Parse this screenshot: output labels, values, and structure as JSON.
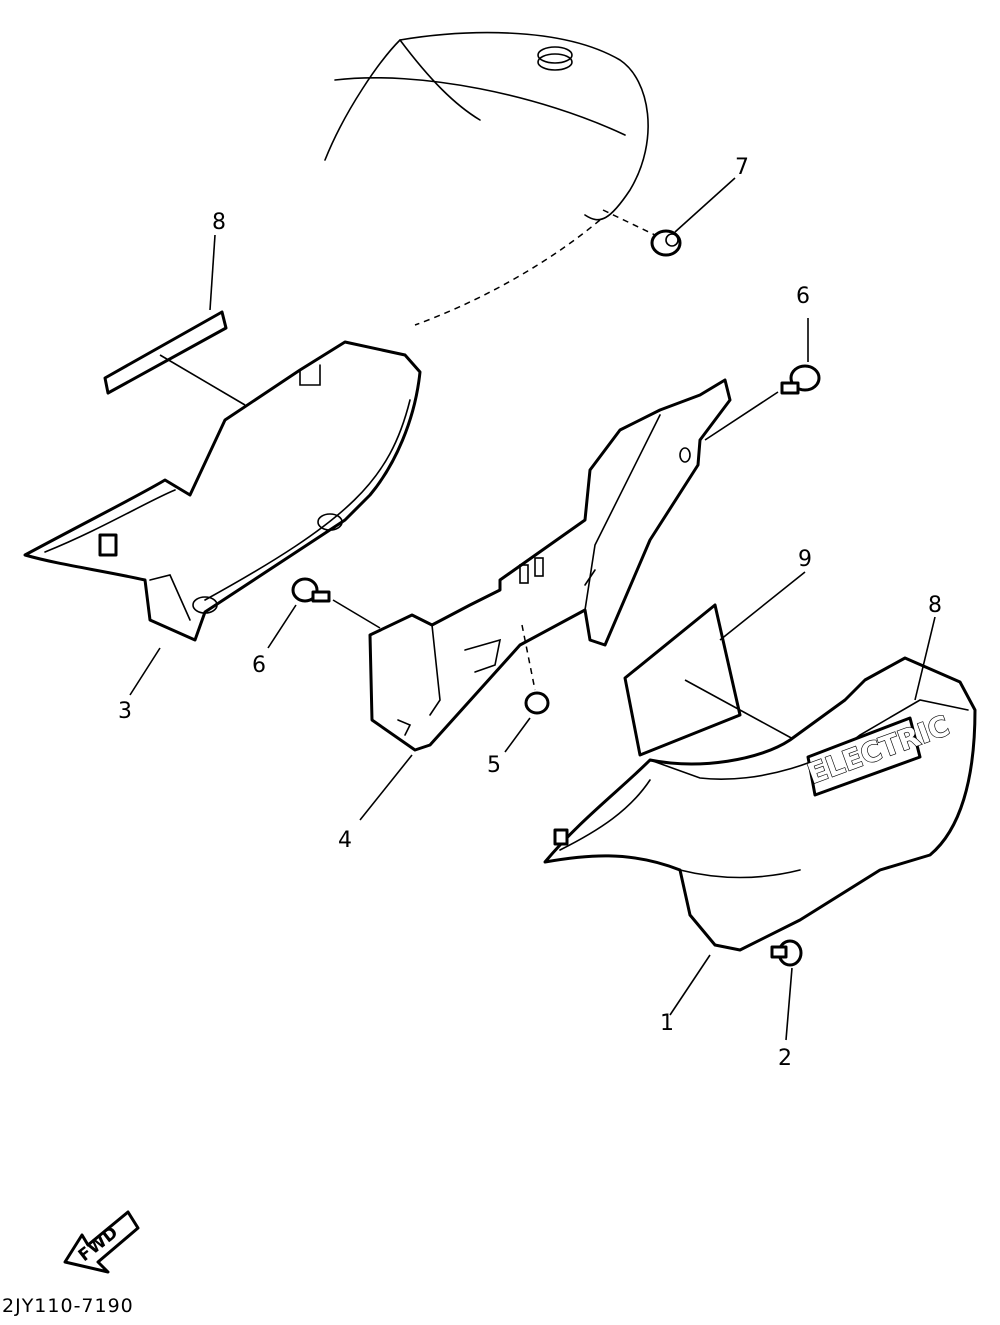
{
  "diagram": {
    "callouts": [
      {
        "id": "c1",
        "label": "1"
      },
      {
        "id": "c2",
        "label": "2"
      },
      {
        "id": "c3",
        "label": "3"
      },
      {
        "id": "c4",
        "label": "4"
      },
      {
        "id": "c5",
        "label": "5"
      },
      {
        "id": "c6a",
        "label": "6"
      },
      {
        "id": "c6b",
        "label": "6"
      },
      {
        "id": "c7",
        "label": "7"
      },
      {
        "id": "c8a",
        "label": "8"
      },
      {
        "id": "c8b",
        "label": "8"
      },
      {
        "id": "c9",
        "label": "9"
      }
    ],
    "emblem_text": "ELECTRIC",
    "direction_arrow_text": "FWD",
    "drawing_code": "2JY110-7190"
  }
}
